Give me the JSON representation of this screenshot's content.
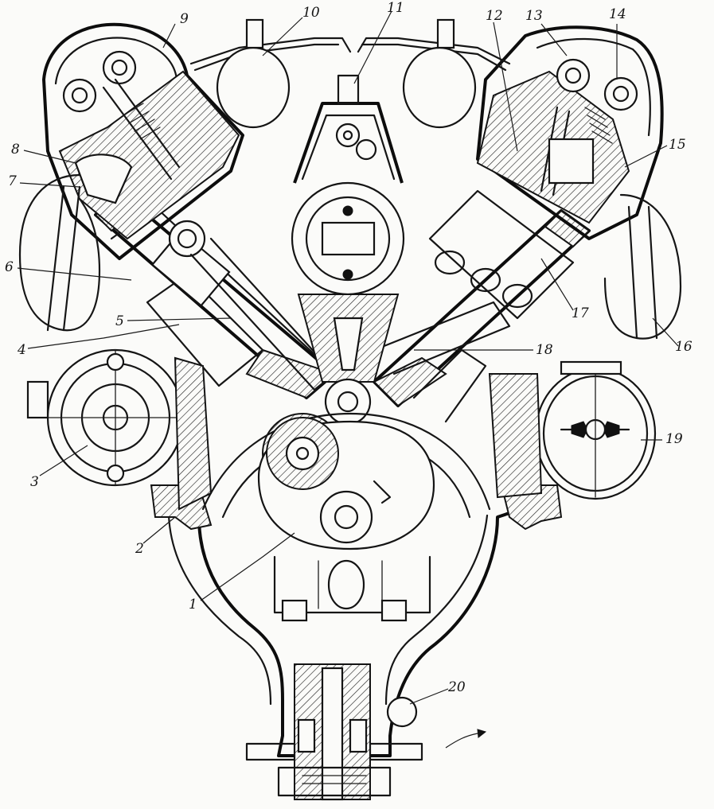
{
  "figure": {
    "callouts": [
      {
        "id": "1",
        "text": "1"
      },
      {
        "id": "2",
        "text": "2"
      },
      {
        "id": "3",
        "text": "3"
      },
      {
        "id": "4",
        "text": "4"
      },
      {
        "id": "5",
        "text": "5"
      },
      {
        "id": "6",
        "text": "6"
      },
      {
        "id": "7",
        "text": "7"
      },
      {
        "id": "8",
        "text": "8"
      },
      {
        "id": "9",
        "text": "9"
      },
      {
        "id": "10",
        "text": "10"
      },
      {
        "id": "11",
        "text": "11"
      },
      {
        "id": "12",
        "text": "12"
      },
      {
        "id": "13",
        "text": "13"
      },
      {
        "id": "14",
        "text": "14"
      },
      {
        "id": "15",
        "text": "15"
      },
      {
        "id": "16",
        "text": "16"
      },
      {
        "id": "17",
        "text": "17"
      },
      {
        "id": "18",
        "text": "18"
      },
      {
        "id": "19",
        "text": "19"
      },
      {
        "id": "20",
        "text": "20"
      }
    ]
  }
}
